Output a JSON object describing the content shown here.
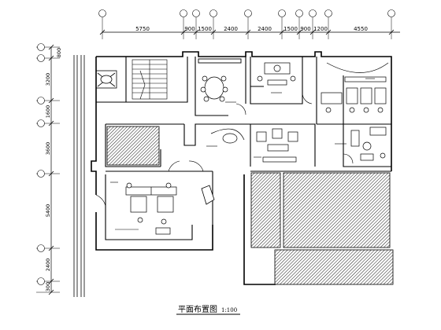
{
  "drawing": {
    "title": "平面布置图",
    "scale": "1:100"
  },
  "dimensions": {
    "top": [
      "5750",
      "900",
      "1500",
      "2400",
      "2400",
      "1500",
      "900",
      "1200",
      "4550"
    ],
    "left": [
      "800",
      "3200",
      "1600",
      "3600",
      "5400",
      "2400",
      "300"
    ]
  }
}
